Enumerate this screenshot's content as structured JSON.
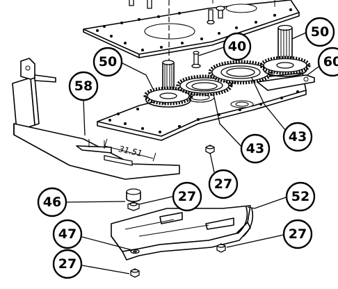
{
  "callouts": {
    "c40": "40",
    "c50_right": "50",
    "c60": "60",
    "c50_left": "50",
    "c58": "58",
    "c43_lower": "43",
    "c43_right": "43",
    "c27_mid": "27",
    "c46": "46",
    "c27_washer": "27",
    "c52": "52",
    "c47": "47",
    "c27_right": "27",
    "c27_bottom": "27"
  },
  "dimension": "31.51"
}
